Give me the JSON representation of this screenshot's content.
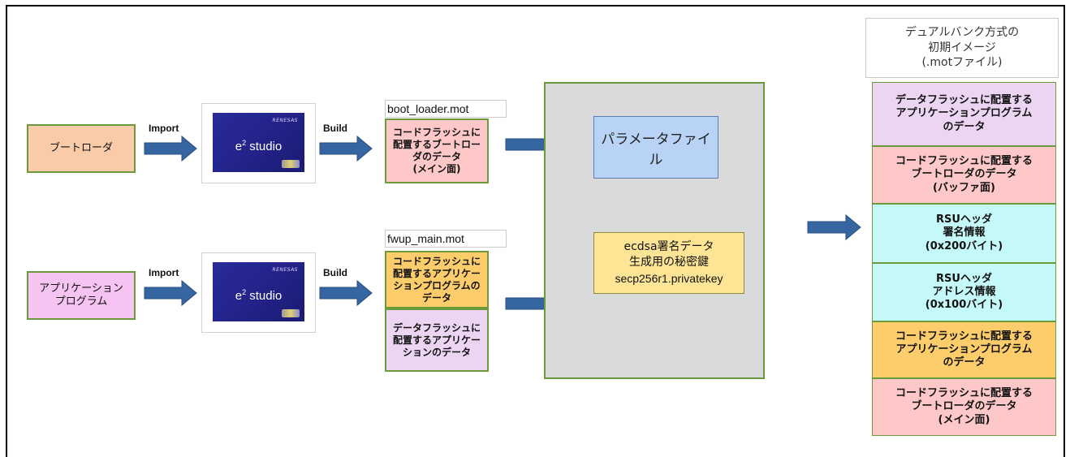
{
  "sources": {
    "bootloader": {
      "label": "ブートローダ",
      "color": "#f9cba9"
    },
    "application": {
      "label": "アプリケーション\nプログラム",
      "color": "#f6c3f3"
    }
  },
  "arrow_labels": {
    "import": "Import",
    "build": "Build"
  },
  "ide": {
    "brand": "RENESAS",
    "name": "e",
    "superscript": "2",
    "suffix": " studio"
  },
  "files": {
    "bootloader": "boot_loader.mot",
    "application": "fwup_main.mot"
  },
  "build_outputs": {
    "bootloader_code": {
      "label": "コードフラッシュに\n配置するブートロー\nダのデータ\n(メイン面)",
      "color": "#fec8c8"
    },
    "app_code": {
      "label": "コードフラッシュに\n配置するアプリケー\nションプログラムの\nデータ",
      "color": "#fdcd6c"
    },
    "app_data": {
      "label": "データフラッシュに\n配置するアプリケー\nションのデータ",
      "color": "#ecd5f2"
    }
  },
  "tool": {
    "parameter_file": {
      "label": "パラメータファイル",
      "color": "#b8d3f6"
    },
    "key": {
      "title": "ecdsa署名データ\n生成用の秘密鍵",
      "filename": "secp256r1.privatekey",
      "color": "#fde595"
    },
    "panel_color": "#d9d9d9"
  },
  "output_caption": "デュアルバンク方式の\n初期イメージ\n(.motファイル)",
  "output_segments": [
    {
      "label": "データフラッシュに配置する\nアプリケーションプログラム\nのデータ",
      "color": "#ecd5f2"
    },
    {
      "label": "コードフラッシュに配置する\nブートローダのデータ\n(バッファ面)",
      "color": "#fec8c8"
    },
    {
      "label": "RSUヘッダ\n署名情報\n(0x200バイト)",
      "color": "#c5f8f8"
    },
    {
      "label": "RSUヘッダ\nアドレス情報\n(0x100バイト)",
      "color": "#c5f8f8"
    },
    {
      "label": "コードフラッシュに配置する\nアプリケーションプログラム\nのデータ",
      "color": "#fdcd6c"
    },
    {
      "label": "コードフラッシュに配置する\nブートローダのデータ\n(メイン面)",
      "color": "#fec8c8"
    }
  ],
  "arrow_color": "#3566a2"
}
